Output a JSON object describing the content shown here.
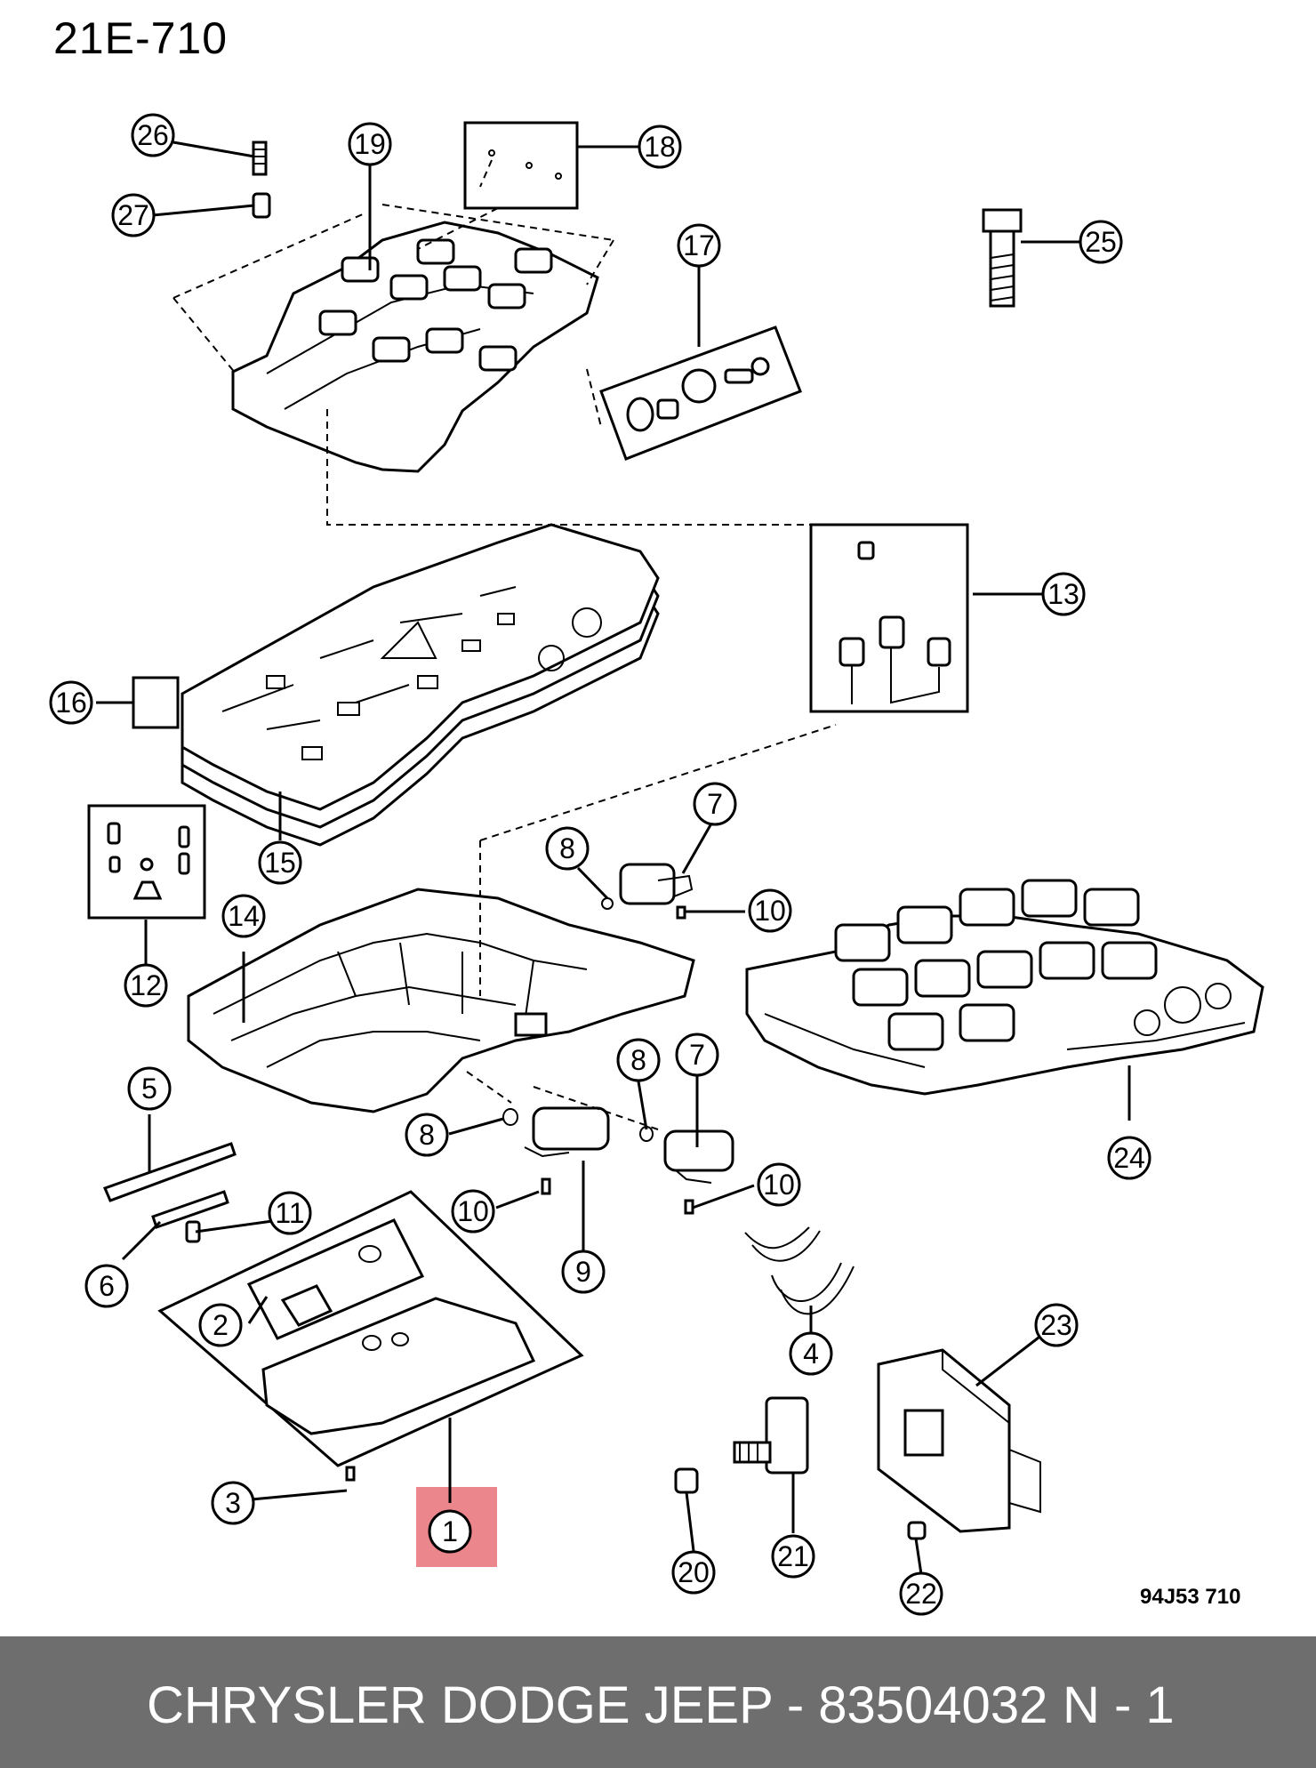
{
  "diagram_code": "21E-710",
  "reference_code": "94J53 710",
  "highlight_color": "#e87179",
  "footer": {
    "part_info": "CHRYSLER DODGE JEEP - 83504032",
    "page": "N - 1",
    "background": "#6e6e6e"
  },
  "callouts": {
    "c1": "1",
    "c2": "2",
    "c3": "3",
    "c4": "4",
    "c5": "5",
    "c6": "6",
    "c7a": "7",
    "c7b": "7",
    "c8a": "8",
    "c8b": "8",
    "c8c": "8",
    "c9": "9",
    "c10a": "10",
    "c10b": "10",
    "c10c": "10",
    "c11": "11",
    "c12": "12",
    "c13": "13",
    "c14": "14",
    "c15": "15",
    "c16": "16",
    "c17": "17",
    "c18": "18",
    "c19": "19",
    "c20": "20",
    "c21": "21",
    "c22": "22",
    "c23": "23",
    "c24": "24",
    "c25": "25",
    "c26": "26",
    "c27": "27"
  },
  "highlighted_callout": "1"
}
